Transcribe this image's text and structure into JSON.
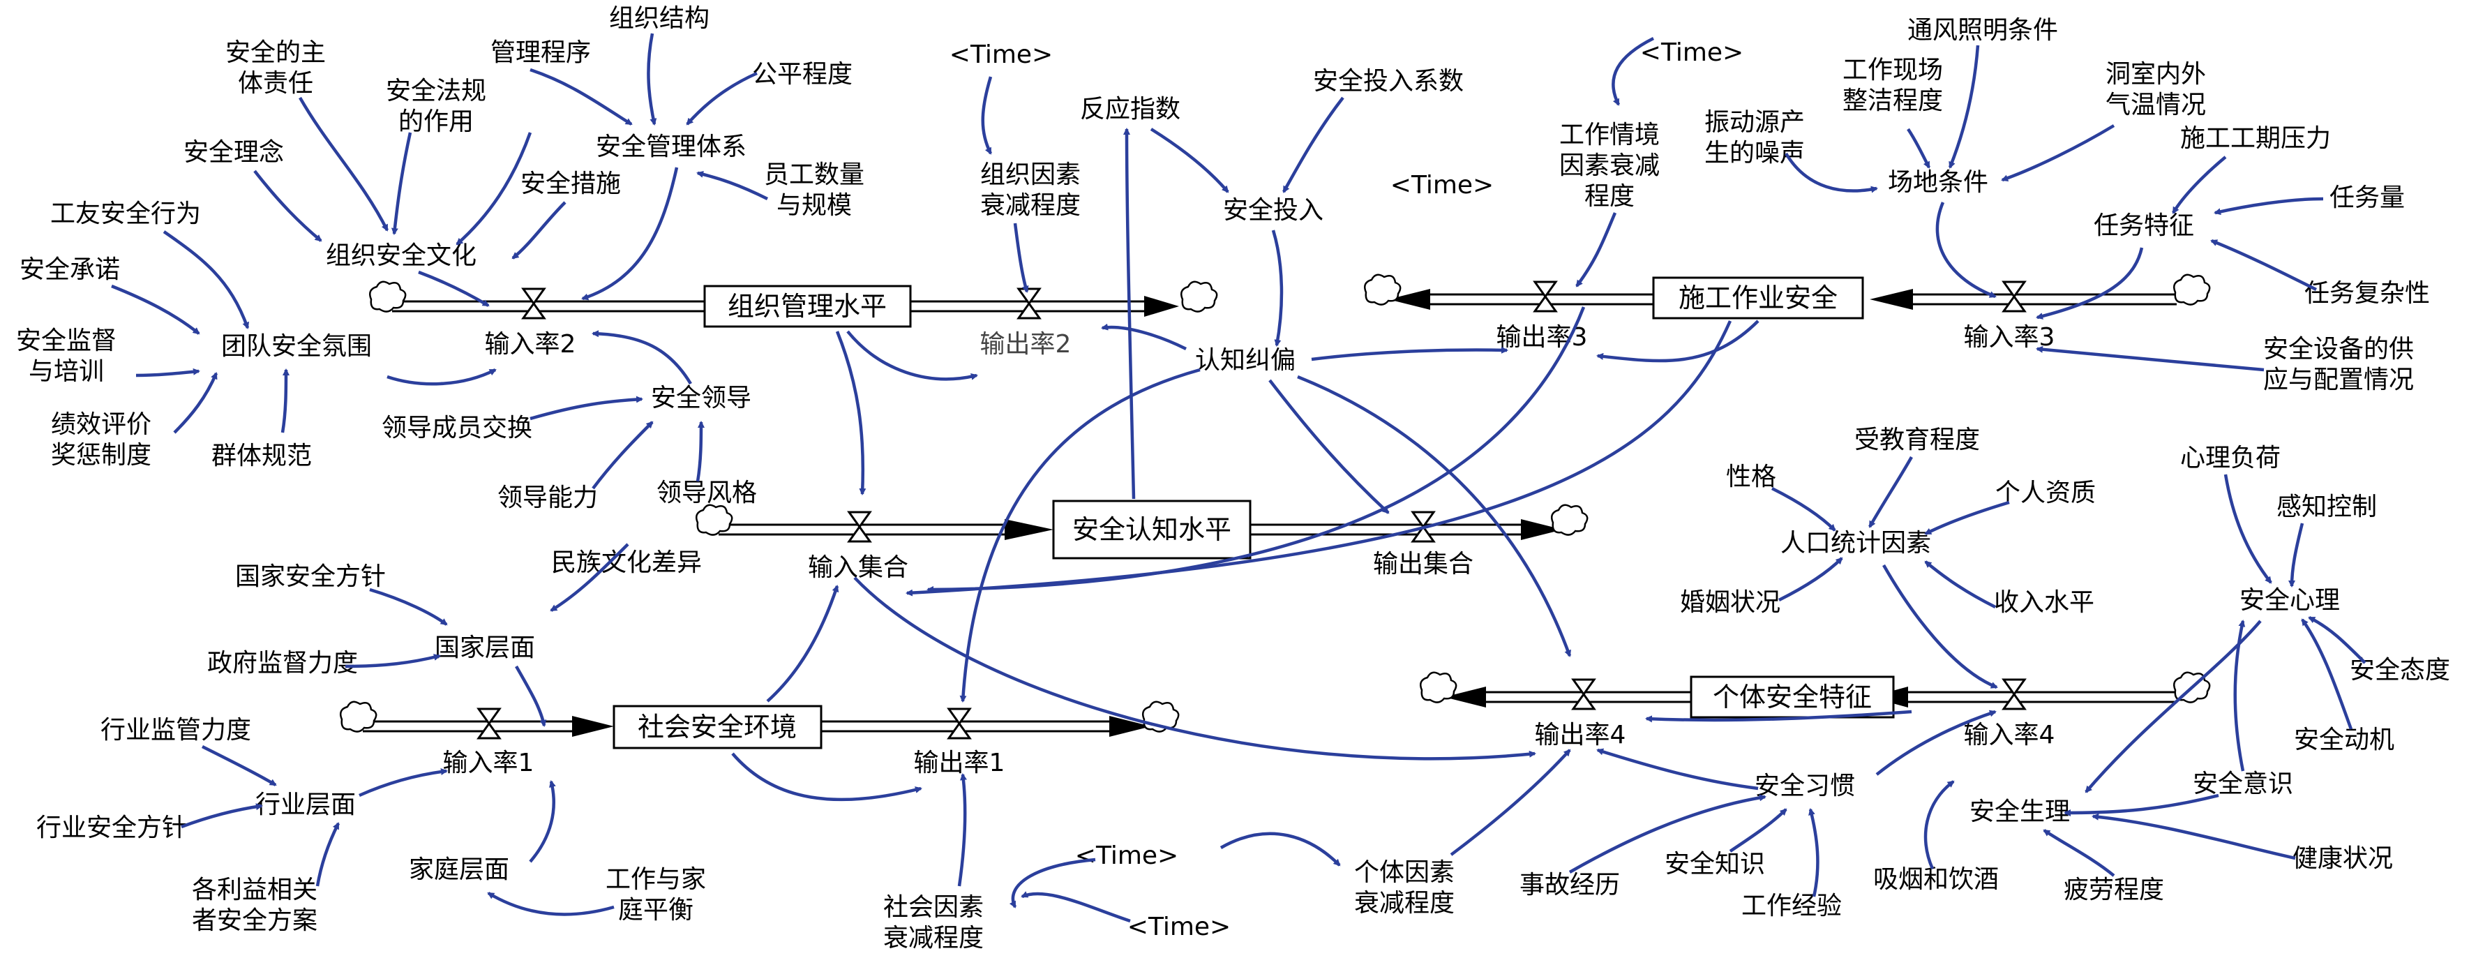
{
  "diagram": {
    "stocks": {
      "org": "组织管理水平",
      "aware": "安全认知水平",
      "site": "施工作业安全",
      "social": "社会安全环境",
      "indiv": "个体安全特征"
    },
    "rates": {
      "in2": "输入率2",
      "out2": "输出率2",
      "in_set": "输入集合",
      "out_set": "输出集合",
      "out3": "输出率3",
      "in3": "输入率3",
      "in1": "输入率1",
      "out1": "输出率1",
      "out4": "输出率4",
      "in4": "输入率4"
    },
    "vars": {
      "safe_subject": [
        "安全的主",
        "体责任"
      ],
      "mgmt_proc": "管理程序",
      "org_struct": "组织结构",
      "fair": "公平程度",
      "law": [
        "安全法规",
        "的作用"
      ],
      "mgmt_sys": "安全管理体系",
      "idea": "安全理念",
      "measure": "安全措施",
      "staff": [
        "员工数量",
        "与规模"
      ],
      "worker_behavior": "工友安全行为",
      "org_culture": "组织安全文化",
      "commit": "安全承诺",
      "team": "团队安全氛围",
      "supervise": [
        "安全监督",
        "与培训"
      ],
      "perf": [
        "绩效评价",
        "奖惩制度"
      ],
      "group_norm": "群体规范",
      "lead_exchange": "领导成员交换",
      "lead": "安全领导",
      "lead_ability": "领导能力",
      "lead_style": "领导风格",
      "time1": "<Time>",
      "org_decay": [
        "组织因素",
        "衰减程度"
      ],
      "react": "反应指数",
      "invest_coef": "安全投入系数",
      "invest": "安全投入",
      "time2": "<Time>",
      "cog_correct": "认知纠偏",
      "time3": "<Time>",
      "work_decay": [
        "工作情境",
        "因素衰减",
        "程度"
      ],
      "vent": "通风照明条件",
      "tidy": [
        "工作现场",
        "整洁程度"
      ],
      "noise": [
        "振动源产",
        "生的噪声"
      ],
      "temp": [
        "洞室内外",
        "气温情况"
      ],
      "site_cond": "场地条件",
      "schedule": "施工工期压力",
      "task_feat": "任务特征",
      "task_amount": "任务量",
      "task_complex": "任务复杂性",
      "equip": [
        "安全设备的供",
        "应与配置情况"
      ],
      "edu": "受教育程度",
      "personality": "性格",
      "qualification": "个人资质",
      "mental_load": "心理负荷",
      "perception": "感知控制",
      "demographic": "人口统计因素",
      "marriage": "婚姻状况",
      "income": "收入水平",
      "safe_psych": "安全心理",
      "safe_attitude": "安全态度",
      "safe_motive": "安全动机",
      "safe_awareness": "安全意识",
      "safe_habit": "安全习惯",
      "safe_physio": "安全生理",
      "health": "健康状况",
      "fatigue": "疲劳程度",
      "smoke": "吸烟和饮酒",
      "accident": "事故经历",
      "knowledge": "安全知识",
      "experience": "工作经验",
      "indiv_decay": [
        "个体因素",
        "衰减程度"
      ],
      "time4": "<Time>",
      "time5": "<Time>",
      "social_decay": [
        "社会因素",
        "衰减程度"
      ],
      "family": "家庭层面",
      "work_family": [
        "工作与家",
        "庭平衡"
      ],
      "stakeholder": [
        "各利益相关",
        "者安全方案"
      ],
      "industry_policy": "行业安全方针",
      "industry_sup": "行业监管力度",
      "industry": "行业层面",
      "nation_policy": "国家安全方针",
      "gov_sup": "政府监督力度",
      "nation": "国家层面",
      "culture_diff": "民族文化差异"
    }
  }
}
